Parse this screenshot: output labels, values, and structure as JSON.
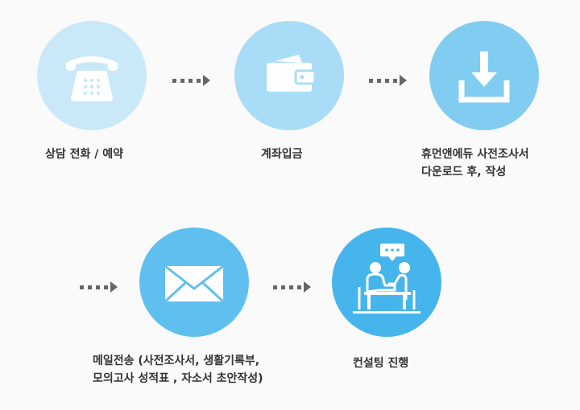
{
  "steps": [
    {
      "label": "상담 전화 / 예약",
      "icon": "phone-icon"
    },
    {
      "label": "계좌입금",
      "icon": "wallet-icon"
    },
    {
      "line1": "휴먼앤에듀 사전조사서",
      "line2": "다운로드 후, 작성",
      "icon": "download-icon"
    },
    {
      "line1": "메일전송 (사전조사서, 생활기록부,",
      "line2": "모의고사 성적표 , 자소서 초안작성)",
      "icon": "mail-icon"
    },
    {
      "label": "컨설팅 진행",
      "icon": "consulting-icon"
    }
  ],
  "colors": {
    "step1": "#c9e9f9",
    "step2": "#a9ddf7",
    "step3": "#80cdf1",
    "step4": "#5fc0ef",
    "step5": "#46b5ec",
    "arrow": "#666666"
  }
}
